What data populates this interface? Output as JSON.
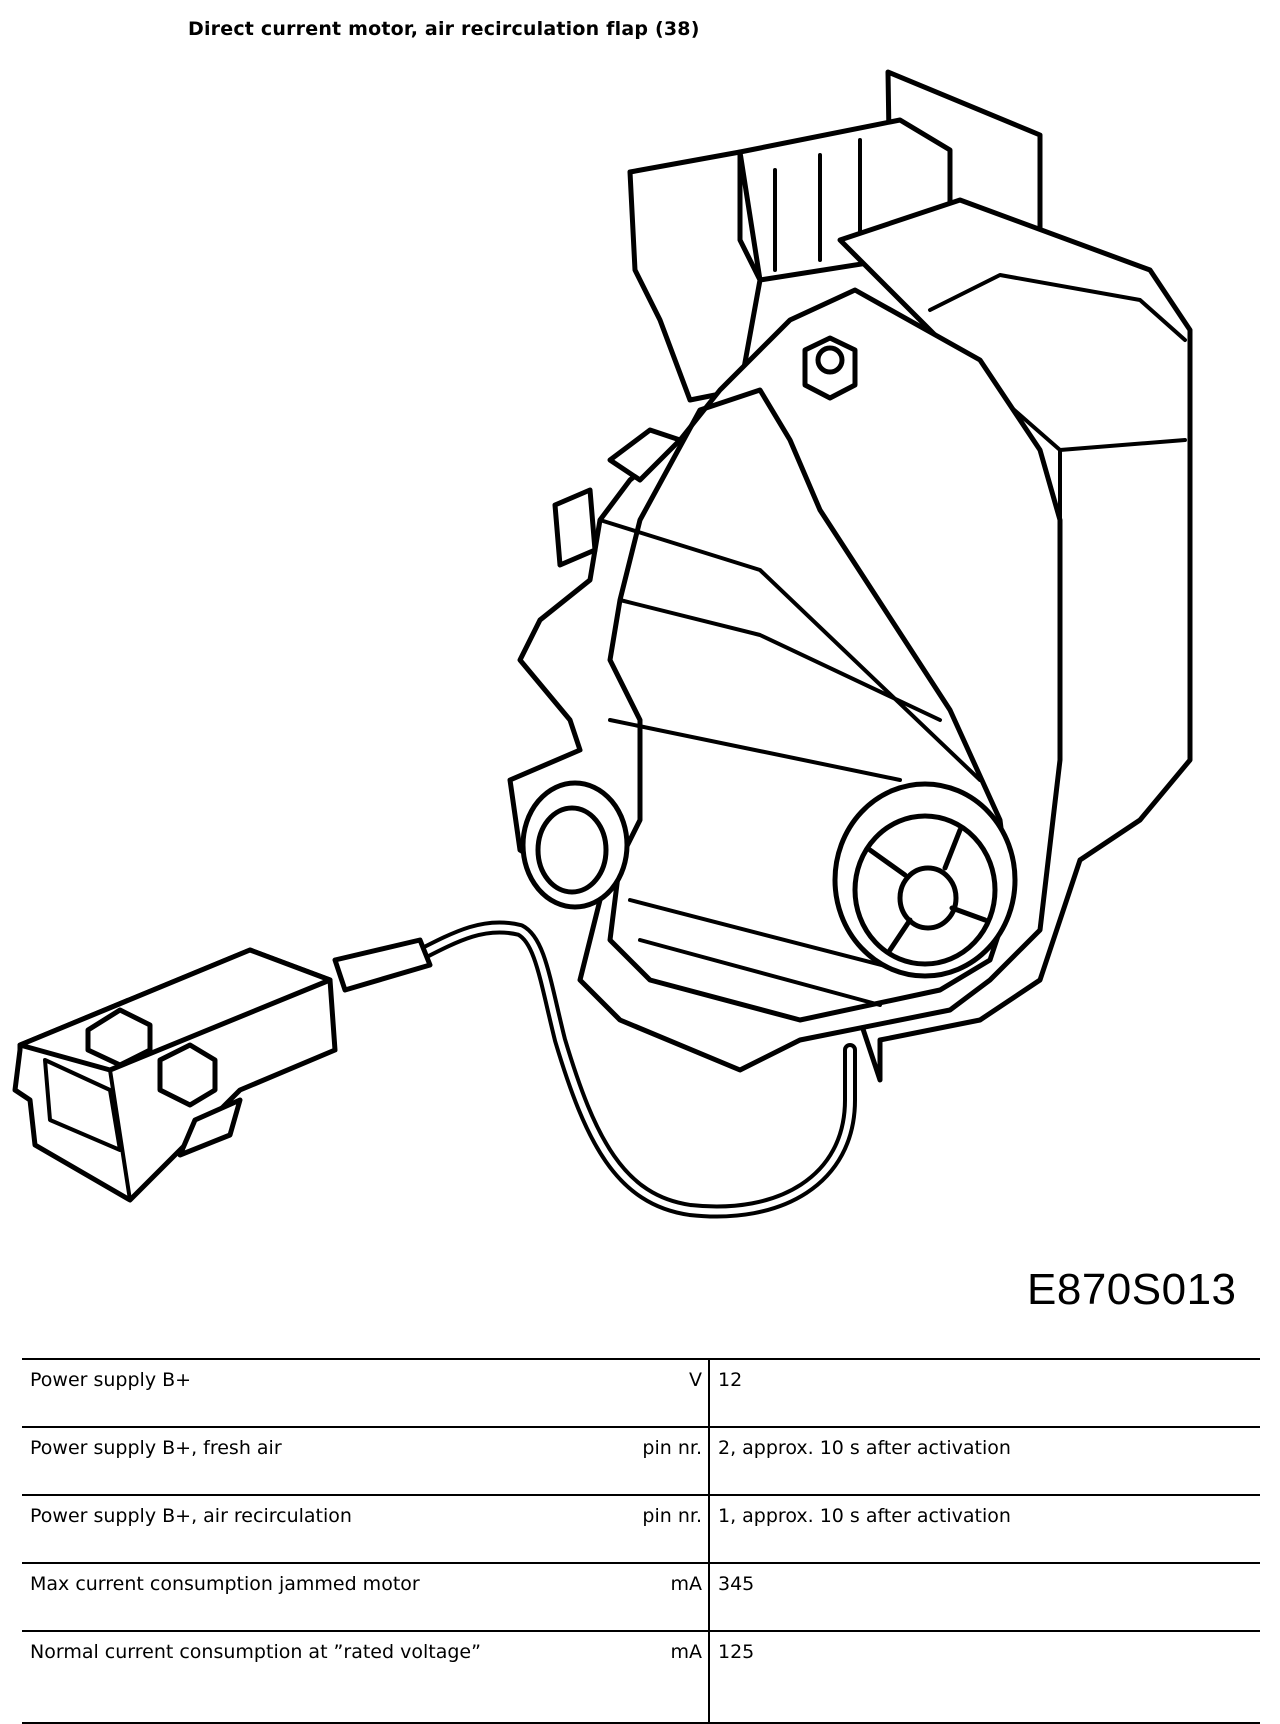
{
  "title": "Direct current motor, air recirculation flap (38)",
  "figure_code": "E870S013",
  "specs": [
    {
      "label": "Power supply B+",
      "unit": "V",
      "value": "12"
    },
    {
      "label": "Power supply B+, fresh air",
      "unit": "pin nr.",
      "value": "2, approx. 10 s after activation"
    },
    {
      "label": "Power supply B+, air recirculation",
      "unit": "pin nr.",
      "value": "1, approx. 10 s after activation"
    },
    {
      "label": "Max current consumption jammed motor",
      "unit": "mA",
      "value": "345"
    },
    {
      "label": "Normal current consumption at ”rated voltage”",
      "unit": "mA",
      "value": "125"
    }
  ]
}
